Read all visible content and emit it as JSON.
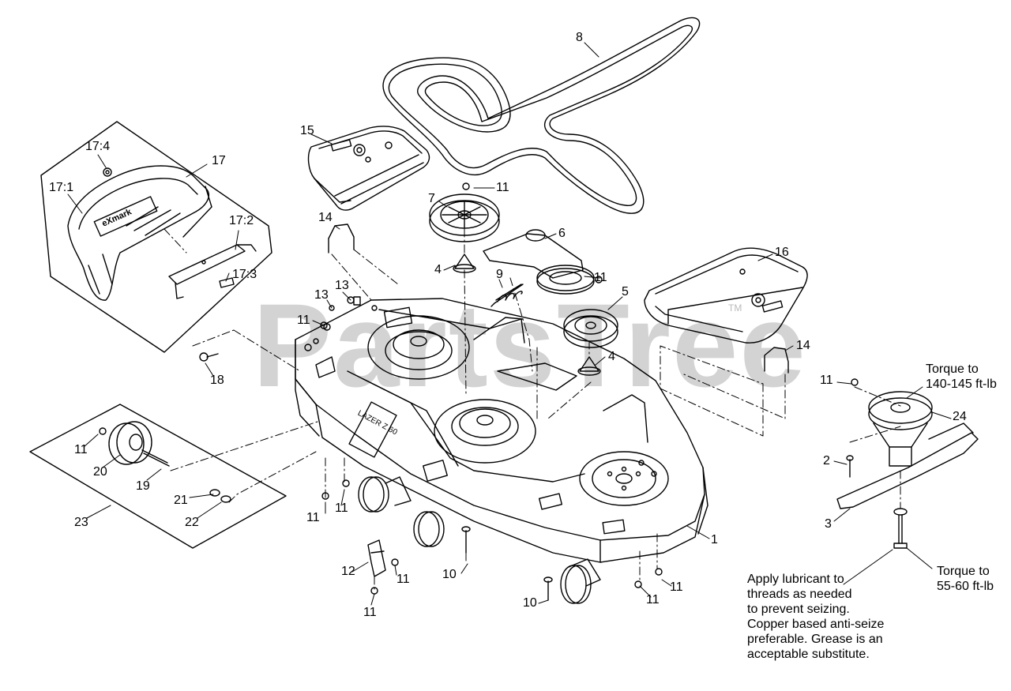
{
  "watermark": {
    "text": "PartsTree",
    "tm": "TM"
  },
  "callouts": [
    {
      "id": "c8",
      "label": "8"
    },
    {
      "id": "c15",
      "label": "15"
    },
    {
      "id": "c17",
      "label": "17"
    },
    {
      "id": "c17_4",
      "label": "17:4"
    },
    {
      "id": "c17_1",
      "label": "17:1"
    },
    {
      "id": "c17_2",
      "label": "17:2"
    },
    {
      "id": "c17_3",
      "label": "17:3"
    },
    {
      "id": "c11a",
      "label": "11"
    },
    {
      "id": "c7",
      "label": "7"
    },
    {
      "id": "c6",
      "label": "6"
    },
    {
      "id": "c14a",
      "label": "14"
    },
    {
      "id": "c4a",
      "label": "4"
    },
    {
      "id": "c9",
      "label": "9"
    },
    {
      "id": "c11b",
      "label": "11"
    },
    {
      "id": "c5",
      "label": "5"
    },
    {
      "id": "c16",
      "label": "16"
    },
    {
      "id": "c13a",
      "label": "13"
    },
    {
      "id": "c13b",
      "label": "13"
    },
    {
      "id": "c11c",
      "label": "11"
    },
    {
      "id": "c4b",
      "label": "4"
    },
    {
      "id": "c14b",
      "label": "14"
    },
    {
      "id": "c18",
      "label": "18"
    },
    {
      "id": "c11d",
      "label": "11"
    },
    {
      "id": "c20",
      "label": "20"
    },
    {
      "id": "c19",
      "label": "19"
    },
    {
      "id": "c21",
      "label": "21"
    },
    {
      "id": "c22",
      "label": "22"
    },
    {
      "id": "c23",
      "label": "23"
    },
    {
      "id": "c11e",
      "label": "11"
    },
    {
      "id": "c11f",
      "label": "11"
    },
    {
      "id": "c12",
      "label": "12"
    },
    {
      "id": "c11g",
      "label": "11"
    },
    {
      "id": "c11h",
      "label": "11"
    },
    {
      "id": "c10a",
      "label": "10"
    },
    {
      "id": "c10b",
      "label": "10"
    },
    {
      "id": "c11i",
      "label": "11"
    },
    {
      "id": "c11j",
      "label": "11"
    },
    {
      "id": "c1",
      "label": "1"
    },
    {
      "id": "c11k",
      "label": "11"
    },
    {
      "id": "c24",
      "label": "24"
    },
    {
      "id": "c2",
      "label": "2"
    },
    {
      "id": "c3",
      "label": "3"
    }
  ],
  "notes": {
    "torque_spindle": [
      "Torque to",
      "140-145 ft-lb"
    ],
    "torque_bolt": [
      "Torque to",
      "55-60 ft-lb"
    ],
    "lubricant": [
      "Apply lubricant to",
      "threads as needed",
      "to prevent seizing.",
      "Copper based anti-seize",
      "preferable. Grease is an",
      "acceptable substitute."
    ]
  },
  "decals": {
    "deck_brand": "LAZER Z 60",
    "cover_brand": "eXmark"
  }
}
